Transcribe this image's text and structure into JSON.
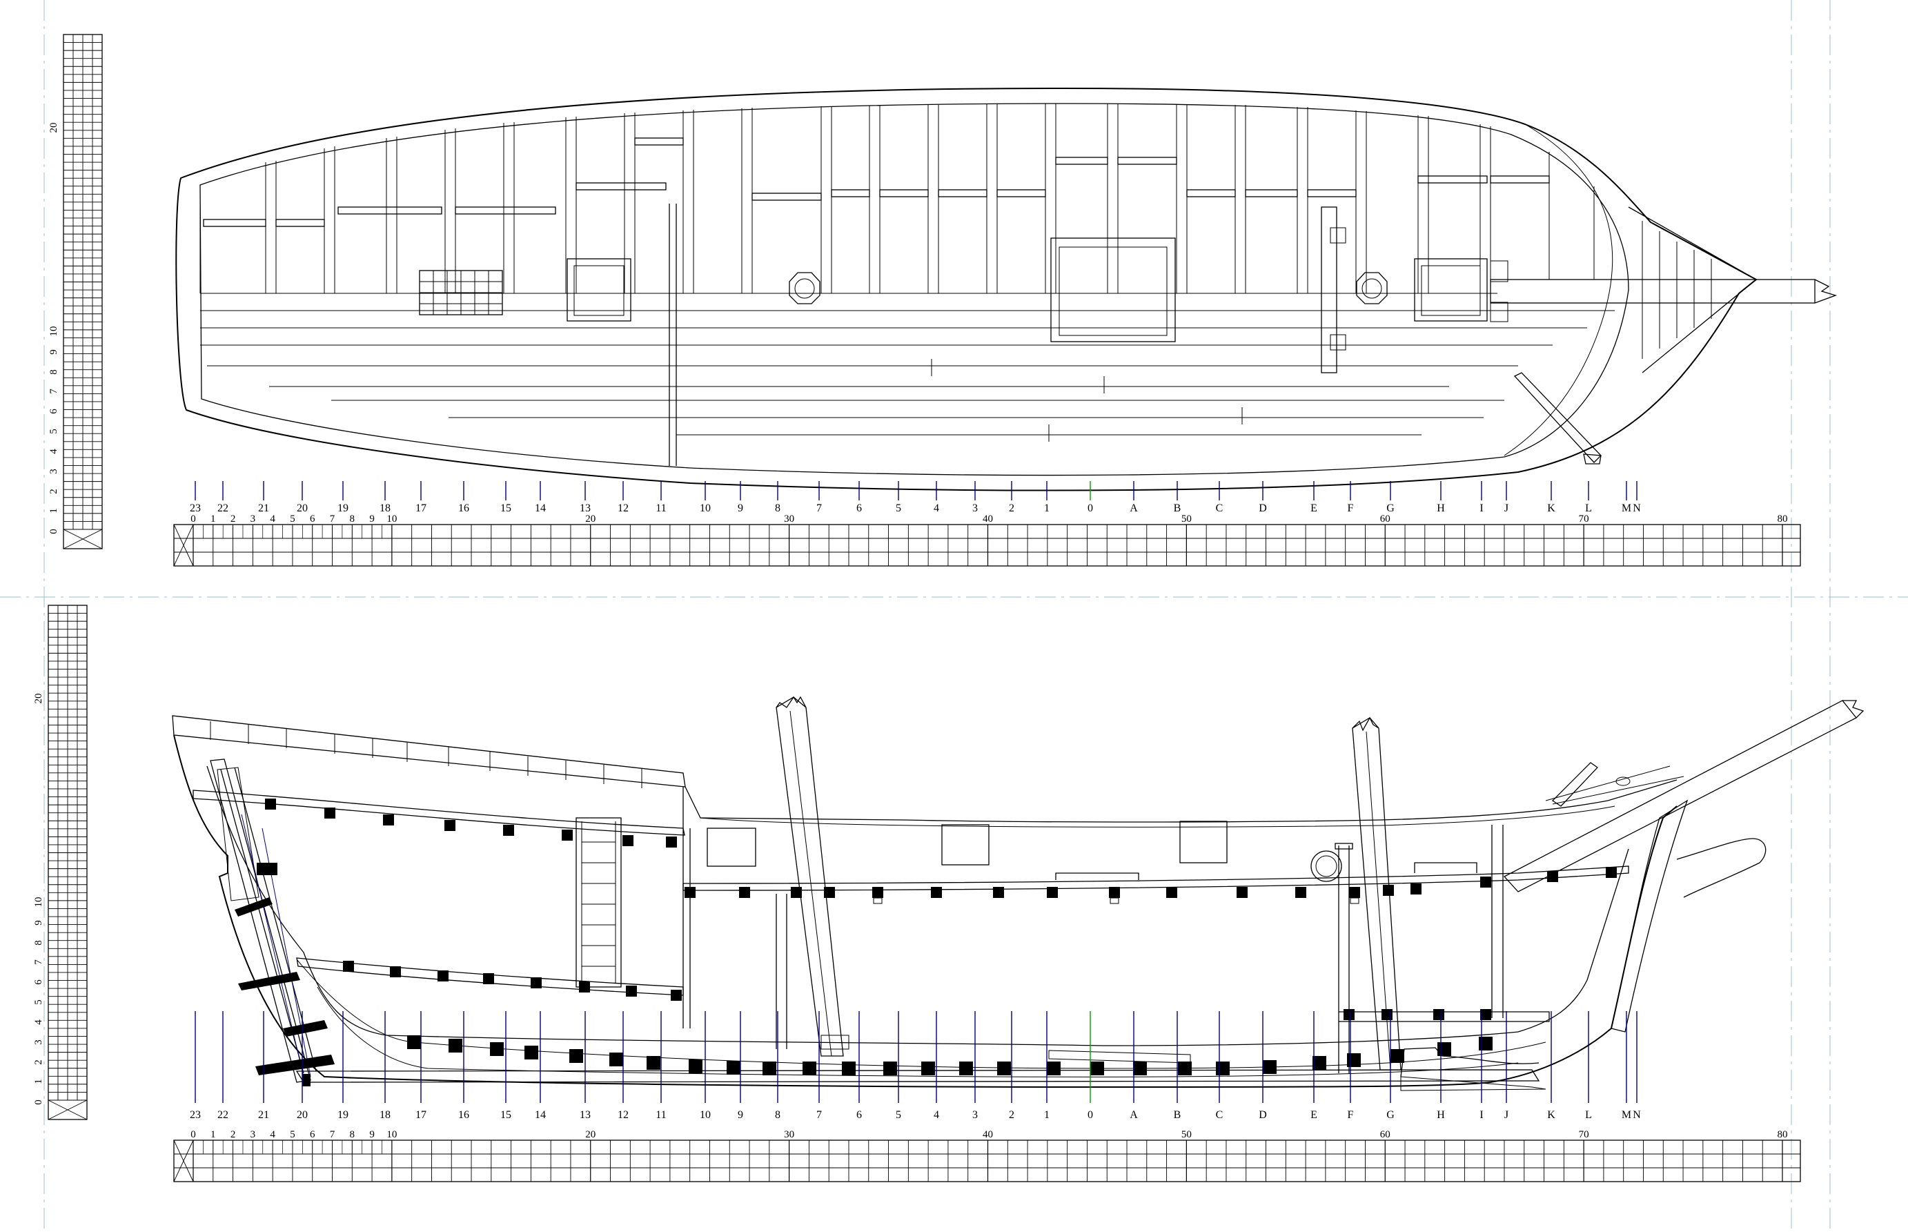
{
  "drawing": {
    "line_color": "#000000",
    "station_line_color": "#000080",
    "midship_station_color": "#00a000",
    "construction_line_color": "#9bbccf",
    "background": "#ffffff"
  },
  "views": [
    {
      "id": "plan",
      "vertical_scale_labels": [
        "20",
        "10",
        "9",
        "8",
        "7",
        "6",
        "5",
        "4",
        "3",
        "2",
        "1",
        "0"
      ],
      "horizontal_scale_labels": [
        "0",
        "1",
        "2",
        "3",
        "4",
        "5",
        "6",
        "7",
        "8",
        "9",
        "10",
        "20",
        "30",
        "40",
        "50",
        "60",
        "70",
        "80"
      ],
      "stations": [
        "23",
        "22",
        "21",
        "20",
        "19",
        "18",
        "17",
        "16",
        "15",
        "14",
        "13",
        "12",
        "11",
        "10",
        "9",
        "8",
        "7",
        "6",
        "5",
        "4",
        "3",
        "2",
        "1",
        "0",
        "A",
        "B",
        "C",
        "D",
        "E",
        "F",
        "G",
        "H",
        "I",
        "J",
        "K",
        "L",
        "M",
        "N"
      ]
    },
    {
      "id": "profile",
      "vertical_scale_labels": [
        "20",
        "10",
        "9",
        "8",
        "7",
        "6",
        "5",
        "4",
        "3",
        "2",
        "1",
        "0"
      ],
      "horizontal_scale_labels": [
        "0",
        "1",
        "2",
        "3",
        "4",
        "5",
        "6",
        "7",
        "8",
        "9",
        "10",
        "20",
        "30",
        "40",
        "50",
        "60",
        "70",
        "80"
      ],
      "stations": [
        "23",
        "22",
        "21",
        "20",
        "19",
        "18",
        "17",
        "16",
        "15",
        "14",
        "13",
        "12",
        "11",
        "10",
        "9",
        "8",
        "7",
        "6",
        "5",
        "4",
        "3",
        "2",
        "1",
        "0",
        "A",
        "B",
        "C",
        "D",
        "E",
        "F",
        "G",
        "H",
        "I",
        "J",
        "K",
        "L",
        "M",
        "N"
      ]
    }
  ]
}
